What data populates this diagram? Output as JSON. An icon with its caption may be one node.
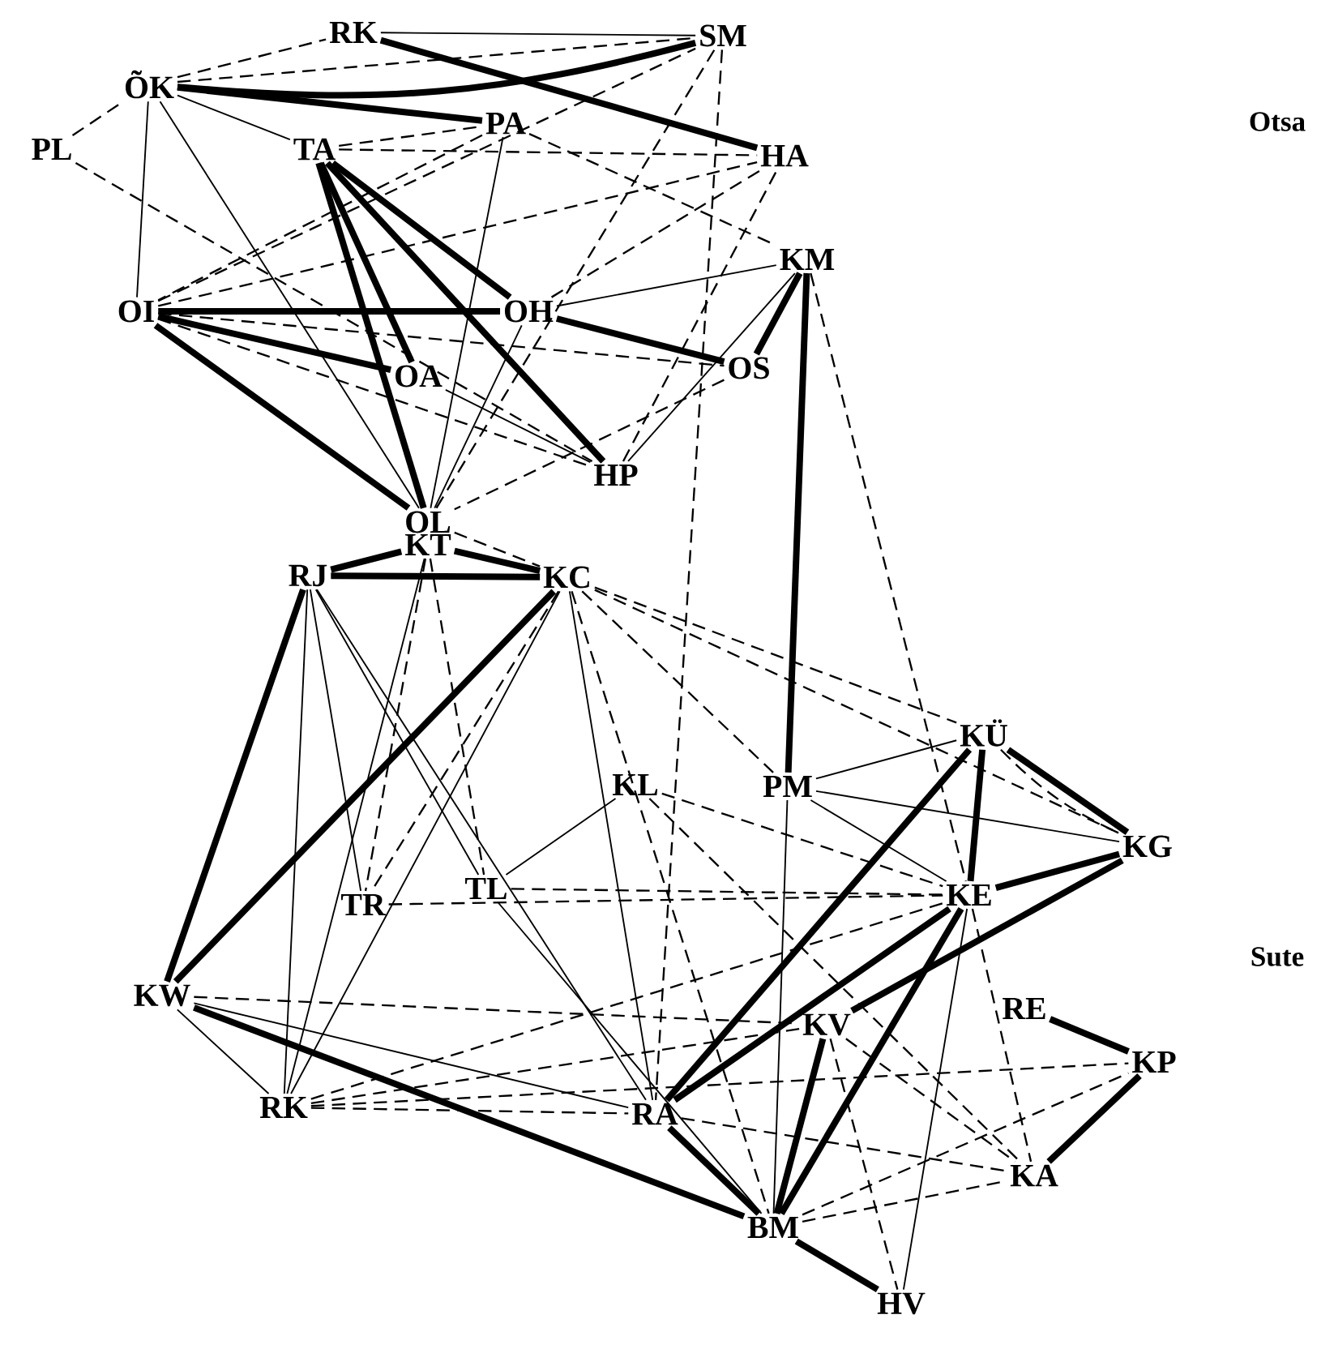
{
  "diagram": {
    "nodes": [
      {
        "text": [
          "RK"
        ]
      },
      {
        "text": [
          "SM"
        ]
      },
      {
        "text": [
          "ÕK"
        ]
      },
      {
        "text": [
          "PL"
        ]
      },
      {
        "text": [
          "TA"
        ]
      },
      {
        "text": [
          "PA"
        ]
      },
      {
        "text": [
          "HA"
        ]
      },
      {
        "text": [
          "KM"
        ]
      },
      {
        "text": [
          "OI"
        ]
      },
      {
        "text": [
          "OH"
        ]
      },
      {
        "text": [
          "OA"
        ]
      },
      {
        "text": [
          "OS"
        ]
      },
      {
        "text": [
          "HP"
        ]
      },
      {
        "text": [
          "OL"
        ]
      },
      {
        "text": [
          "RJ"
        ]
      },
      {
        "text": [
          "KT"
        ]
      },
      {
        "text": [
          "KC"
        ]
      },
      {
        "text": [
          "KL"
        ]
      },
      {
        "text": [
          "PM"
        ]
      },
      {
        "text": [
          "KÜ"
        ]
      },
      {
        "text": [
          "KG"
        ]
      },
      {
        "text": [
          "KE"
        ]
      },
      {
        "text": [
          "TR"
        ]
      },
      {
        "text": [
          "TL"
        ]
      },
      {
        "text": [
          "KW"
        ]
      },
      {
        "text": [
          "KV"
        ]
      },
      {
        "text": [
          "RE"
        ]
      },
      {
        "text": [
          "KP"
        ]
      },
      {
        "text": [
          "RK"
        ]
      },
      {
        "text": [
          "RA"
        ]
      },
      {
        "text": [
          "KA"
        ]
      },
      {
        "text": [
          "BM"
        ]
      },
      {
        "text": [
          "HV"
        ]
      }
    ],
    "edges": [
      {
        "from": 0,
        "to": 1,
        "arrow": "none"
      },
      {
        "from": 0,
        "to": 6,
        "arrow": "none",
        "style": "thick"
      },
      {
        "from": 2,
        "to": 0,
        "arrow": "none",
        "style": "dashed"
      },
      {
        "from": 2,
        "to": 1,
        "arrow": "none",
        "style": "dashed"
      },
      {
        "from": 2,
        "to": 1,
        "arrow": "none",
        "style": "thick"
      },
      {
        "from": 2,
        "to": 5,
        "arrow": "none",
        "style": "thick"
      },
      {
        "from": 2,
        "to": 4,
        "arrow": "none"
      },
      {
        "from": 2,
        "to": 8,
        "arrow": "none"
      },
      {
        "from": 2,
        "to": 13,
        "arrow": "none"
      },
      {
        "from": 3,
        "to": 2,
        "arrow": "none",
        "style": "dashed"
      },
      {
        "from": 3,
        "to": 12,
        "arrow": "none",
        "style": "dashed"
      },
      {
        "from": 4,
        "to": 13,
        "arrow": "none",
        "style": "thick"
      },
      {
        "from": 4,
        "to": 10,
        "arrow": "none",
        "style": "thick"
      },
      {
        "from": 4,
        "to": 9,
        "arrow": "none",
        "style": "thick"
      },
      {
        "from": 4,
        "to": 12,
        "arrow": "none",
        "style": "thick"
      },
      {
        "from": 4,
        "to": 5,
        "arrow": "none",
        "style": "dashed"
      },
      {
        "from": 4,
        "to": 6,
        "arrow": "none",
        "style": "dashed"
      },
      {
        "from": 5,
        "to": 13,
        "arrow": "none"
      },
      {
        "from": 5,
        "to": 8,
        "arrow": "none",
        "style": "dashed"
      },
      {
        "from": 5,
        "to": 7,
        "arrow": "none",
        "style": "dashed"
      },
      {
        "from": 8,
        "to": 9,
        "arrow": "none",
        "style": "thick"
      },
      {
        "from": 8,
        "to": 10,
        "arrow": "none",
        "style": "thick"
      },
      {
        "from": 8,
        "to": 13,
        "arrow": "none",
        "style": "thick"
      },
      {
        "from": 8,
        "to": 1,
        "arrow": "none",
        "style": "dashed"
      },
      {
        "from": 8,
        "to": 6,
        "arrow": "none",
        "style": "dashed"
      },
      {
        "from": 8,
        "to": 11,
        "arrow": "none",
        "style": "dashed"
      },
      {
        "from": 8,
        "to": 12,
        "arrow": "none",
        "style": "dashed"
      },
      {
        "from": 9,
        "to": 11,
        "arrow": "none",
        "style": "thick"
      },
      {
        "from": 9,
        "to": 7,
        "arrow": "none"
      },
      {
        "from": 9,
        "to": 6,
        "arrow": "none",
        "style": "dashed"
      },
      {
        "from": 9,
        "to": 13,
        "arrow": "none"
      },
      {
        "from": 10,
        "to": 12,
        "arrow": "none"
      },
      {
        "from": 7,
        "to": 11,
        "arrow": "none",
        "style": "thick"
      },
      {
        "from": 7,
        "to": 12,
        "arrow": "none"
      },
      {
        "from": 11,
        "to": 13,
        "arrow": "none",
        "style": "dashed"
      },
      {
        "from": 12,
        "to": 6,
        "arrow": "none",
        "style": "dashed"
      },
      {
        "from": 13,
        "to": 1,
        "arrow": "none",
        "style": "dashed"
      },
      {
        "from": 13,
        "to": 16,
        "arrow": "none",
        "style": "dashed"
      },
      {
        "from": 7,
        "to": 21,
        "arrow": "none",
        "style": "dashed"
      },
      {
        "from": 7,
        "to": 18,
        "arrow": "none",
        "style": "thick"
      },
      {
        "from": 1,
        "to": 29,
        "arrow": "none",
        "style": "dashed"
      },
      {
        "from": 14,
        "to": 15,
        "arrow": "none",
        "style": "thick"
      },
      {
        "from": 14,
        "to": 16,
        "arrow": "none",
        "style": "thick"
      },
      {
        "from": 15,
        "to": 16,
        "arrow": "none",
        "style": "thick"
      },
      {
        "from": 14,
        "to": 24,
        "arrow": "none",
        "style": "thick"
      },
      {
        "from": 16,
        "to": 24,
        "arrow": "none",
        "style": "thick"
      },
      {
        "from": 14,
        "to": 22,
        "arrow": "none"
      },
      {
        "from": 14,
        "to": 28,
        "arrow": "none"
      },
      {
        "from": 14,
        "to": 23,
        "arrow": "none"
      },
      {
        "from": 14,
        "to": 29,
        "arrow": "none"
      },
      {
        "from": 15,
        "to": 22,
        "arrow": "none",
        "style": "dashed"
      },
      {
        "from": 15,
        "to": 23,
        "arrow": "none",
        "style": "dashed"
      },
      {
        "from": 15,
        "to": 28,
        "arrow": "none"
      },
      {
        "from": 16,
        "to": 28,
        "arrow": "none"
      },
      {
        "from": 16,
        "to": 22,
        "arrow": "none",
        "style": "dashed"
      },
      {
        "from": 16,
        "to": 19,
        "arrow": "none",
        "style": "dashed"
      },
      {
        "from": 16,
        "to": 20,
        "arrow": "none",
        "style": "dashed"
      },
      {
        "from": 16,
        "to": 18,
        "arrow": "none",
        "style": "dashed"
      },
      {
        "from": 16,
        "to": 31,
        "arrow": "none",
        "style": "dashed"
      },
      {
        "from": 16,
        "to": 29,
        "arrow": "none"
      },
      {
        "from": 17,
        "to": 21,
        "arrow": "none",
        "style": "dashed"
      },
      {
        "from": 17,
        "to": 23,
        "arrow": "none"
      },
      {
        "from": 17,
        "to": 30,
        "arrow": "none",
        "style": "dashed"
      },
      {
        "from": 18,
        "to": 19,
        "arrow": "none"
      },
      {
        "from": 18,
        "to": 20,
        "arrow": "none"
      },
      {
        "from": 18,
        "to": 21,
        "arrow": "none"
      },
      {
        "from": 18,
        "to": 31,
        "arrow": "none"
      },
      {
        "from": 19,
        "to": 20,
        "arrow": "none",
        "style": "thick"
      },
      {
        "from": 19,
        "to": 20,
        "arrow": "none",
        "style": "dashed"
      },
      {
        "from": 19,
        "to": 21,
        "arrow": "none",
        "style": "thick"
      },
      {
        "from": 19,
        "to": 29,
        "arrow": "none",
        "style": "thick"
      },
      {
        "from": 21,
        "to": 20,
        "arrow": "none",
        "style": "thick"
      },
      {
        "from": 20,
        "to": 25,
        "arrow": "none",
        "style": "thick"
      },
      {
        "from": 21,
        "to": 29,
        "arrow": "none",
        "style": "thick"
      },
      {
        "from": 21,
        "to": 31,
        "arrow": "none",
        "style": "thick"
      },
      {
        "from": 21,
        "to": 32,
        "arrow": "none"
      },
      {
        "from": 21,
        "to": 30,
        "arrow": "none",
        "style": "dashed"
      },
      {
        "from": 23,
        "to": 31,
        "arrow": "none"
      },
      {
        "from": 23,
        "to": 21,
        "arrow": "none",
        "style": "dashed"
      },
      {
        "from": 22,
        "to": 21,
        "arrow": "none",
        "style": "dashed"
      },
      {
        "from": 24,
        "to": 25,
        "arrow": "none",
        "style": "dashed"
      },
      {
        "from": 24,
        "to": 31,
        "arrow": "none",
        "style": "thick"
      },
      {
        "from": 24,
        "to": 29,
        "arrow": "none"
      },
      {
        "from": 24,
        "to": 28,
        "arrow": "none"
      },
      {
        "from": 25,
        "to": 31,
        "arrow": "none",
        "style": "thick"
      },
      {
        "from": 25,
        "to": 30,
        "arrow": "none",
        "style": "dashed"
      },
      {
        "from": 25,
        "to": 32,
        "arrow": "none",
        "style": "dashed"
      },
      {
        "from": 26,
        "to": 27,
        "arrow": "none",
        "style": "thick"
      },
      {
        "from": 27,
        "to": 30,
        "arrow": "none",
        "style": "thick"
      },
      {
        "from": 28,
        "to": 27,
        "arrow": "none",
        "style": "dashed"
      },
      {
        "from": 28,
        "to": 29,
        "arrow": "none",
        "style": "dashed"
      },
      {
        "from": 28,
        "to": 25,
        "arrow": "none",
        "style": "dashed"
      },
      {
        "from": 28,
        "to": 21,
        "arrow": "none",
        "style": "dashed"
      },
      {
        "from": 29,
        "to": 31,
        "arrow": "none",
        "style": "thick"
      },
      {
        "from": 29,
        "to": 30,
        "arrow": "none",
        "style": "dashed"
      },
      {
        "from": 31,
        "to": 30,
        "arrow": "none",
        "style": "dashed"
      },
      {
        "from": 31,
        "to": 32,
        "arrow": "none",
        "style": "thick"
      },
      {
        "from": 31,
        "to": 27,
        "arrow": "none",
        "style": "dashed"
      }
    ],
    "labels": [
      "Otsa",
      "Sute"
    ]
  }
}
